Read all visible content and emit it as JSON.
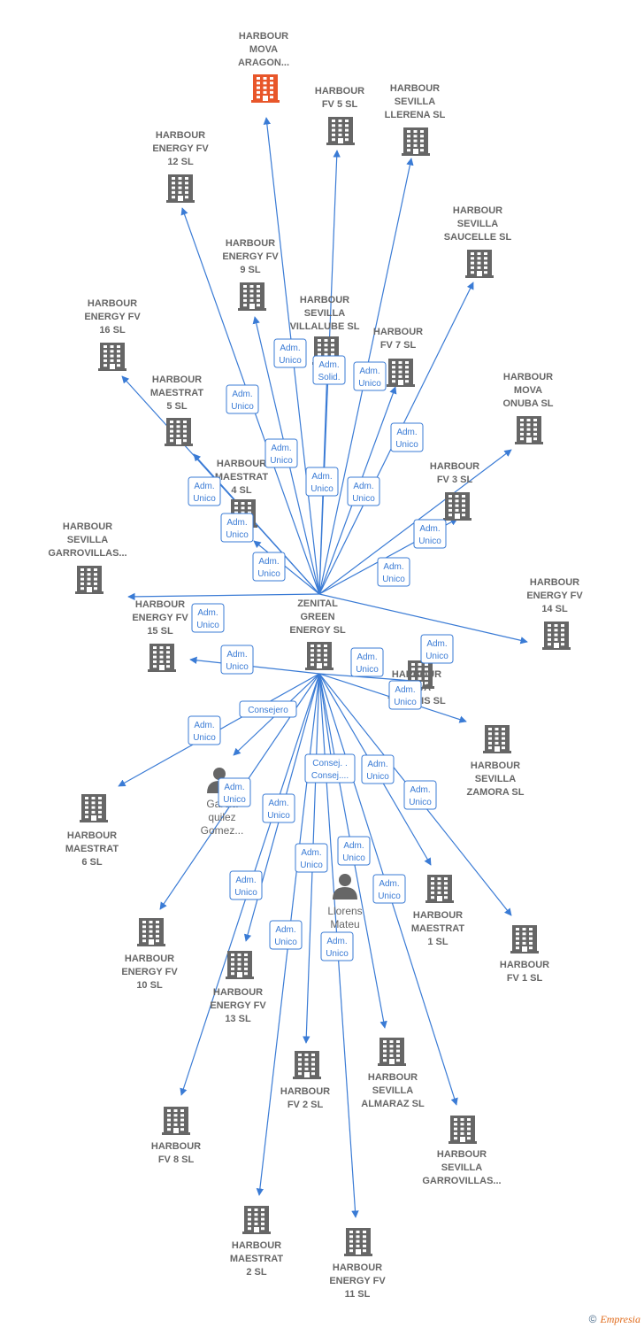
{
  "center": {
    "id": "zenital",
    "label": [
      "ZENITAL",
      "GREEN",
      "ENERGY  SL"
    ]
  },
  "colors": {
    "accent": "#3a7bd5",
    "highlight": "#e8562a",
    "node": "#666666"
  },
  "nodes": [
    {
      "id": "mova_aragon",
      "label": [
        "HARBOUR",
        "MOVA",
        "ARAGON..."
      ],
      "kind": "company",
      "highlight": true
    },
    {
      "id": "fv5",
      "label": [
        "HARBOUR",
        "FV 5  SL"
      ],
      "kind": "company"
    },
    {
      "id": "llerena",
      "label": [
        "HARBOUR",
        "SEVILLA",
        "LLERENA  SL"
      ],
      "kind": "company"
    },
    {
      "id": "efv12",
      "label": [
        "HARBOUR",
        "ENERGY FV",
        "12  SL"
      ],
      "kind": "company"
    },
    {
      "id": "saucelle",
      "label": [
        "HARBOUR",
        "SEVILLA",
        "SAUCELLE  SL"
      ],
      "kind": "company"
    },
    {
      "id": "efv9",
      "label": [
        "HARBOUR",
        "ENERGY FV",
        "9  SL"
      ],
      "kind": "company"
    },
    {
      "id": "villalube",
      "label": [
        "HARBOUR",
        "SEVILLA",
        "VILLALUBE  SL"
      ],
      "kind": "company"
    },
    {
      "id": "efv16",
      "label": [
        "HARBOUR",
        "ENERGY FV",
        "16  SL"
      ],
      "kind": "company"
    },
    {
      "id": "fv7",
      "label": [
        "HARBOUR",
        "FV 7  SL"
      ],
      "kind": "company"
    },
    {
      "id": "onuba",
      "label": [
        "HARBOUR",
        "MOVA",
        "ONUBA  SL"
      ],
      "kind": "company"
    },
    {
      "id": "maestrat5",
      "label": [
        "HARBOUR",
        "MAESTRAT",
        "5  SL"
      ],
      "kind": "company"
    },
    {
      "id": "maestrat4",
      "label": [
        "HARBOUR",
        "MAESTRAT",
        "4  SL"
      ],
      "kind": "company"
    },
    {
      "id": "fv3",
      "label": [
        "HARBOUR",
        "FV 3  SL"
      ],
      "kind": "company"
    },
    {
      "id": "garrovillas1",
      "label": [
        "HARBOUR",
        "SEVILLA",
        "GARROVILLAS..."
      ],
      "kind": "company"
    },
    {
      "id": "efv14",
      "label": [
        "HARBOUR",
        "ENERGY FV",
        "14  SL"
      ],
      "kind": "company"
    },
    {
      "id": "efv15",
      "label": [
        "HARBOUR",
        "ENERGY FV",
        "15  SL"
      ],
      "kind": "company"
    },
    {
      "id": "tharsis",
      "label": [
        "HARBOUR",
        "MOVA",
        "THARSIS  SL"
      ],
      "kind": "company"
    },
    {
      "id": "zamora",
      "label": [
        "HARBOUR",
        "SEVILLA",
        "ZAMORA  SL"
      ],
      "kind": "company"
    },
    {
      "id": "maestrat6",
      "label": [
        "HARBOUR",
        "MAESTRAT",
        "6  SL"
      ],
      "kind": "company"
    },
    {
      "id": "garcia",
      "label": [
        "Garcia",
        "quilez",
        "Gomez..."
      ],
      "kind": "person"
    },
    {
      "id": "efv10",
      "label": [
        "HARBOUR",
        "ENERGY FV",
        "10  SL"
      ],
      "kind": "company"
    },
    {
      "id": "llorens",
      "label": [
        "Llorens",
        "Mateu",
        "..."
      ],
      "kind": "person"
    },
    {
      "id": "maestrat1",
      "label": [
        "HARBOUR",
        "MAESTRAT",
        "1  SL"
      ],
      "kind": "company"
    },
    {
      "id": "fv1",
      "label": [
        "HARBOUR",
        "FV 1  SL"
      ],
      "kind": "company"
    },
    {
      "id": "efv13",
      "label": [
        "HARBOUR",
        "ENERGY FV",
        "13  SL"
      ],
      "kind": "company"
    },
    {
      "id": "almaraz",
      "label": [
        "HARBOUR",
        "SEVILLA",
        "ALMARAZ  SL"
      ],
      "kind": "company"
    },
    {
      "id": "fv2",
      "label": [
        "HARBOUR",
        "FV 2  SL"
      ],
      "kind": "company"
    },
    {
      "id": "fv8",
      "label": [
        "HARBOUR",
        "FV 8  SL"
      ],
      "kind": "company"
    },
    {
      "id": "garrovillas2",
      "label": [
        "HARBOUR",
        "SEVILLA",
        "GARROVILLAS..."
      ],
      "kind": "company"
    },
    {
      "id": "maestrat2",
      "label": [
        "HARBOUR",
        "MAESTRAT",
        "2  SL"
      ],
      "kind": "company"
    },
    {
      "id": "efv11",
      "label": [
        "HARBOUR",
        "ENERGY FV",
        "11  SL"
      ],
      "kind": "company"
    }
  ],
  "edges": [
    {
      "to": "mova_aragon",
      "label": [
        "Adm.",
        "Unico"
      ]
    },
    {
      "to": "fv5",
      "label": [
        "Adm.",
        "Solid."
      ]
    },
    {
      "to": "llerena",
      "label": [
        "Adm.",
        "Unico"
      ]
    },
    {
      "to": "efv12",
      "label": [
        "Adm.",
        "Unico"
      ]
    },
    {
      "to": "saucelle",
      "label": [
        "Adm.",
        "Unico"
      ]
    },
    {
      "to": "efv9",
      "label": [
        "Adm.",
        "Unico"
      ]
    },
    {
      "to": "villalube",
      "label": [
        "Adm.",
        "Unico"
      ]
    },
    {
      "to": "efv16",
      "label": [
        "Adm.",
        "Unico"
      ]
    },
    {
      "to": "fv7",
      "label": [
        "Adm.",
        "Unico"
      ]
    },
    {
      "to": "onuba",
      "label": [
        "Adm.",
        "Unico"
      ]
    },
    {
      "to": "maestrat5",
      "label": [
        "Adm.",
        "Unico"
      ]
    },
    {
      "to": "maestrat4",
      "label": [
        "Adm.",
        "Unico"
      ]
    },
    {
      "to": "fv3",
      "label": [
        "Adm.",
        "Unico"
      ]
    },
    {
      "to": "garrovillas1",
      "label": [
        "Adm.",
        "Unico"
      ]
    },
    {
      "to": "efv14",
      "label": [
        "Adm.",
        "Unico"
      ]
    },
    {
      "to": "efv15",
      "label": [
        "Adm.",
        "Unico"
      ]
    },
    {
      "to": "tharsis",
      "label": [
        "Adm.",
        "Unico"
      ]
    },
    {
      "to": "zamora",
      "label": [
        "Adm.",
        "Unico"
      ]
    },
    {
      "to": "maestrat6",
      "label": [
        "Adm.",
        "Unico"
      ]
    },
    {
      "to": "garcia",
      "label": [
        "Consejero"
      ]
    },
    {
      "to": "efv10",
      "label": [
        "Adm.",
        "Unico"
      ]
    },
    {
      "to": "llorens",
      "label": [
        "Consej. .",
        "Consej...."
      ]
    },
    {
      "to": "maestrat1",
      "label": [
        "Adm.",
        "Unico"
      ]
    },
    {
      "to": "fv1",
      "label": [
        "Adm.",
        "Unico"
      ]
    },
    {
      "to": "efv13",
      "label": [
        "Adm.",
        "Unico"
      ]
    },
    {
      "to": "almaraz",
      "label": [
        "Adm.",
        "Unico"
      ]
    },
    {
      "to": "fv2",
      "label": [
        "Adm.",
        "Unico"
      ]
    },
    {
      "to": "fv8",
      "label": [
        "Adm.",
        "Unico"
      ]
    },
    {
      "to": "garrovillas2",
      "label": [
        "Adm.",
        "Unico"
      ]
    },
    {
      "to": "maestrat2",
      "label": [
        "Adm.",
        "Unico"
      ]
    },
    {
      "to": "efv11",
      "label": [
        "Adm.",
        "Unico"
      ]
    }
  ],
  "footer": {
    "copyright": "©",
    "brand": "Empresia"
  }
}
